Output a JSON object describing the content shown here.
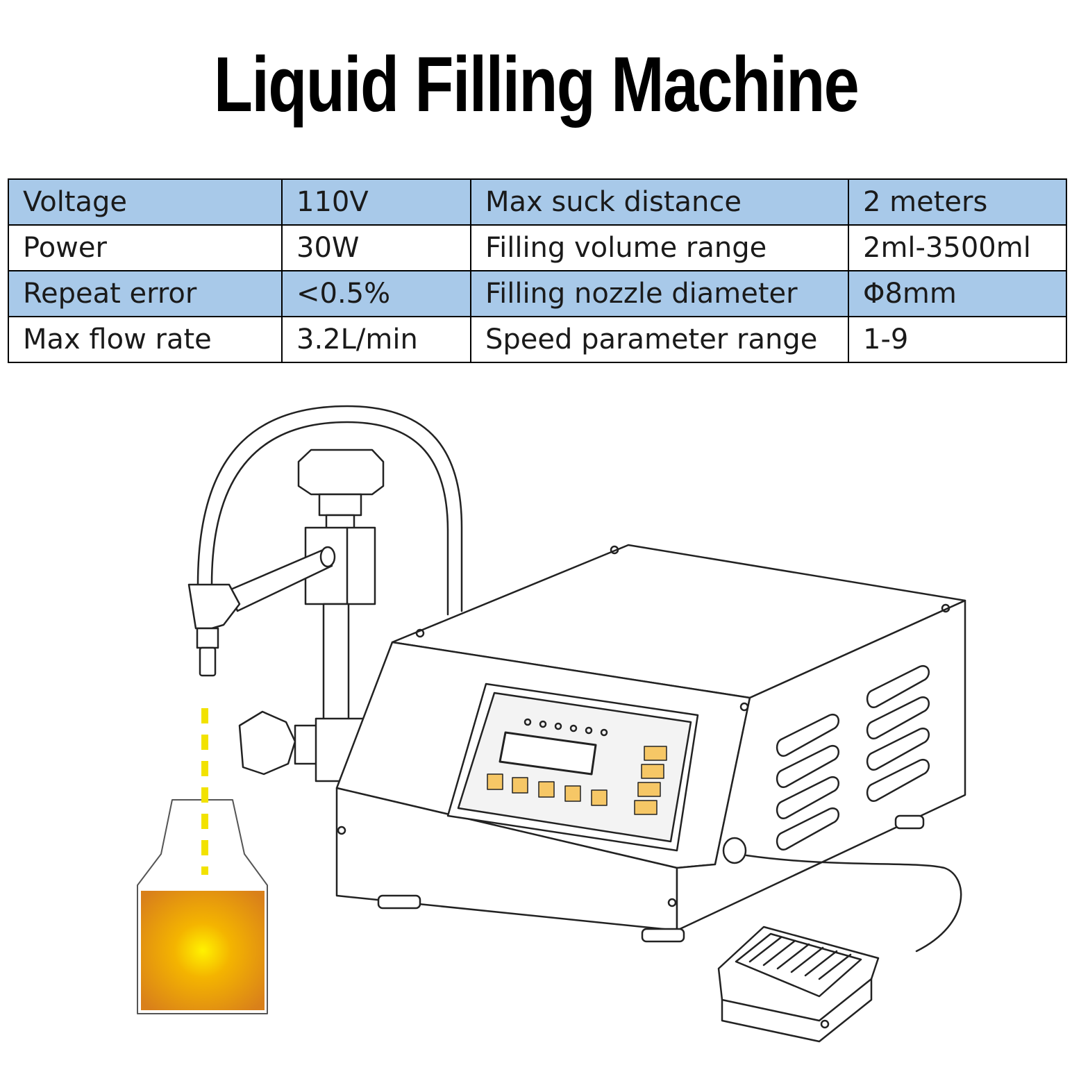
{
  "title": "Liquid Filling Machine",
  "specs": {
    "rows": [
      {
        "label1": "Voltage",
        "value1": "110V",
        "label2": "Max suck distance",
        "value2": "2 meters"
      },
      {
        "label1": "Power",
        "value1": "30W",
        "label2": "Filling volume range",
        "value2": "2ml-3500ml"
      },
      {
        "label1": "Repeat error",
        "value1": "<0.5%",
        "label2": "Filling nozzle diameter",
        "value2": "Φ8mm"
      },
      {
        "label1": "Max flow rate",
        "value1": "3.2L/min",
        "label2": "Speed parameter range",
        "value2": "1-9"
      }
    ]
  },
  "colors": {
    "table_shade": "#a8c9e9",
    "liquid": "#e08a1e",
    "liquid_center": "#fff200",
    "stream": "#f2e200"
  },
  "illustration": {
    "subject": "filling-machine-drawing",
    "parts": [
      "hose",
      "adjust-knob",
      "nozzle",
      "side-knob",
      "control-panel",
      "vent-slots",
      "foot-pedal",
      "bottle",
      "liquid-stream"
    ]
  }
}
